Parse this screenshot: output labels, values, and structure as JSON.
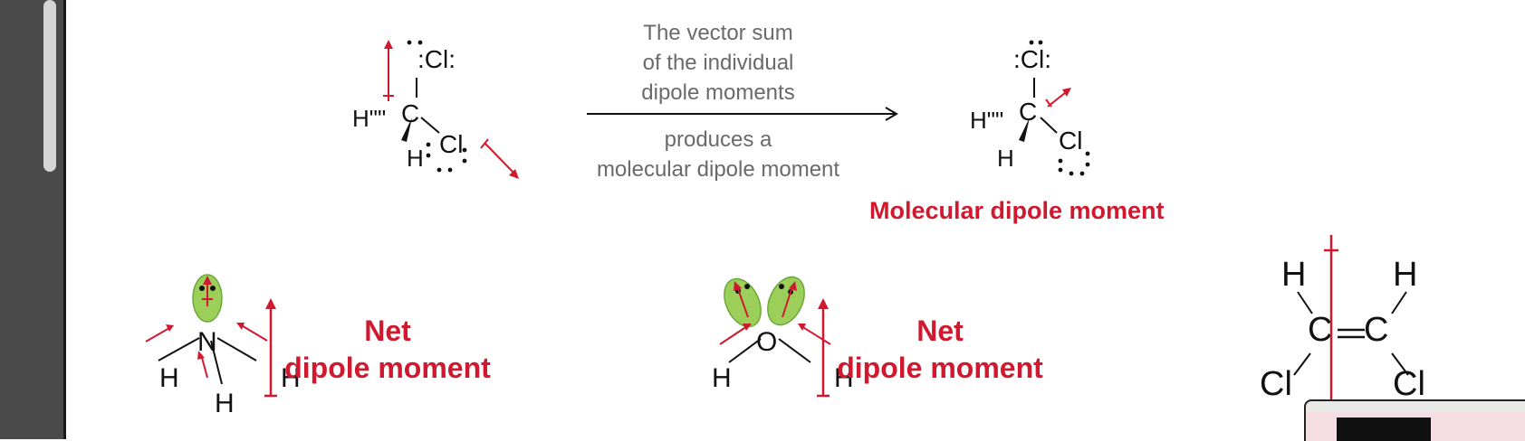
{
  "top_reaction": {
    "caption_above": [
      "The vector sum",
      "of the individual",
      "dipole moments"
    ],
    "caption_below": [
      "produces a",
      "molecular dipole moment"
    ],
    "result_label": "Molecular dipole moment"
  },
  "ammonia": {
    "net_label_line1": "Net",
    "net_label_line2": "dipole moment"
  },
  "water": {
    "net_label_line1": "Net",
    "net_label_line2": "dipole moment"
  },
  "molecule_labels": {
    "h": "H",
    "c": "C",
    "cl": "Cl",
    "n": "N",
    "o": "O",
    "cl_lewis": ":Cl:",
    "h_wedge": "H\"\""
  },
  "colors": {
    "dipole_red": "#d0192e",
    "lone_pair_green": "#9ccf5a",
    "gutter": "#4a4a4a"
  }
}
